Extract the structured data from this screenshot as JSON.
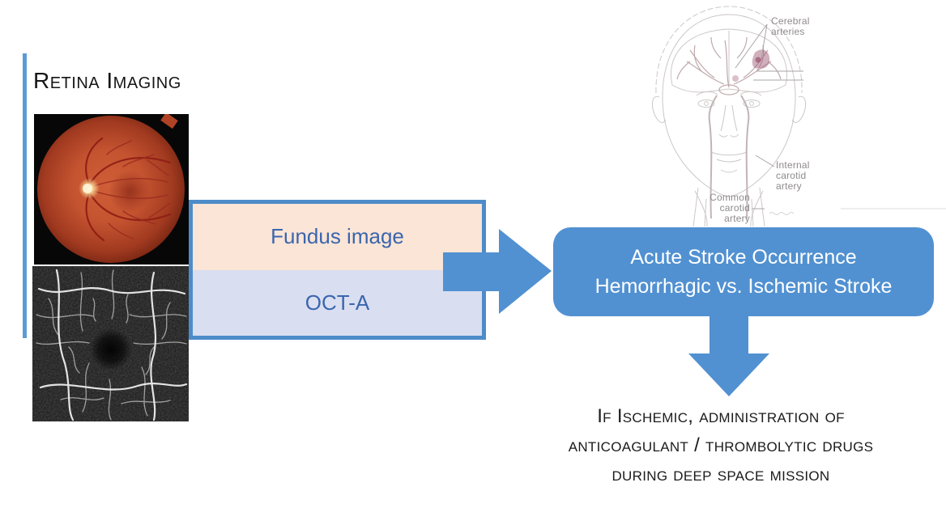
{
  "colors": {
    "accent_bar": "#5b9bd5",
    "shape_blue": "#5191d1",
    "box_border_blue": "#4d8cc9",
    "label_text_blue": "#3a66ae",
    "fundus_row_bg": "#fbe5d6",
    "octa_row_bg": "#d9def0",
    "body_text": "#1c1c1c",
    "outcome_text": "#ffffff",
    "sketch_line_gray": "#c9c3c3",
    "sketch_label_gray": "#8f8a8a"
  },
  "header": {
    "title": "Retina Imaging"
  },
  "pipeline": {
    "fundus_label": "Fundus image",
    "octa_label": "OCT-A"
  },
  "outcome_box": {
    "line1": "Acute Stroke Occurrence",
    "line2": "Hemorrhagic vs. Ischemic Stroke"
  },
  "consequence_text": {
    "line1": "If Ischemic, administration of",
    "line2": "anticoagulant / thrombolytic drugs",
    "line3": "during deep space mission"
  },
  "anatomy_labels": {
    "cerebral": "Cerebral\narteries",
    "internal_carotid": "Internal\ncarotid\nartery",
    "common_carotid": "Common\ncarotid\nartery"
  },
  "figures": {
    "fundus_photo": "fundus-photograph",
    "octa_scan": "oct-angiography-scan",
    "head_sketch": "cerebral-arteries-head-sketch"
  },
  "icons": {
    "right_arrow": "block-arrow-right",
    "down_arrow": "block-arrow-down"
  }
}
